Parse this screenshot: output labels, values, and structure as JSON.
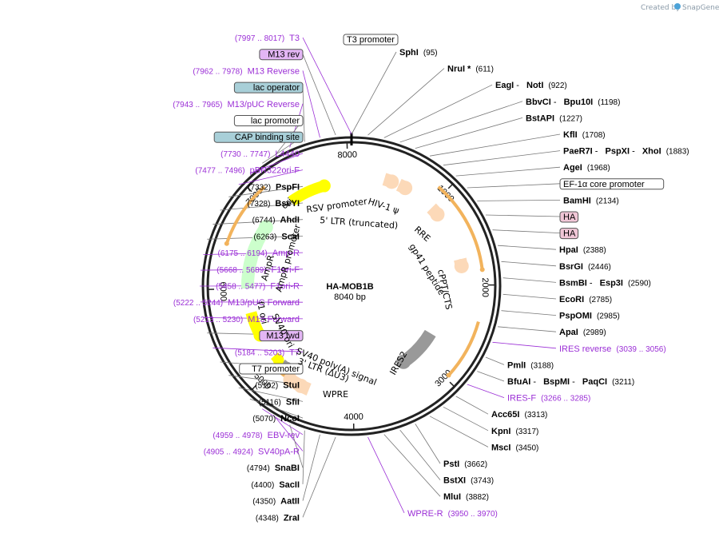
{
  "credit": {
    "text": "Created by",
    "brand": "SnapGene"
  },
  "plasmid": {
    "name": "HA-MOB1B",
    "length": 8040,
    "length_label": "8040 bp"
  },
  "ruler_ticks": [
    "1000",
    "2000",
    "3000",
    "4000",
    "5000",
    "6000",
    "7000",
    "8000"
  ],
  "right_labels": [
    {
      "id": "sphi",
      "parts": [
        {
          "t": "SphI",
          "k": "site"
        },
        {
          "t": "(95)",
          "k": "pos"
        }
      ]
    },
    {
      "id": "nrui",
      "parts": [
        {
          "t": "NruI *",
          "k": "site"
        },
        {
          "t": "(611)",
          "k": "pos"
        }
      ]
    },
    {
      "id": "eagi",
      "parts": [
        {
          "t": "EagI",
          "k": "site"
        },
        {
          "t": " - ",
          "k": "plain"
        },
        {
          "t": "NotI",
          "k": "site"
        },
        {
          "t": "(922)",
          "k": "pos"
        }
      ]
    },
    {
      "id": "bbvci",
      "parts": [
        {
          "t": "BbvCI",
          "k": "site"
        },
        {
          "t": " - ",
          "k": "plain"
        },
        {
          "t": "Bpu10I",
          "k": "site"
        },
        {
          "t": "(1198)",
          "k": "pos"
        }
      ]
    },
    {
      "id": "bstapi",
      "parts": [
        {
          "t": "BstAPI",
          "k": "site"
        },
        {
          "t": "(1227)",
          "k": "pos"
        }
      ]
    },
    {
      "id": "kfli",
      "parts": [
        {
          "t": "KflI",
          "k": "site"
        },
        {
          "t": "(1708)",
          "k": "pos"
        }
      ]
    },
    {
      "id": "paer7i",
      "parts": [
        {
          "t": "PaeR7I",
          "k": "site"
        },
        {
          "t": " - ",
          "k": "plain"
        },
        {
          "t": "PspXI",
          "k": "site"
        },
        {
          "t": " - ",
          "k": "plain"
        },
        {
          "t": "XhoI",
          "k": "site"
        },
        {
          "t": "(1883)",
          "k": "pos"
        }
      ]
    },
    {
      "id": "agei",
      "parts": [
        {
          "t": "AgeI",
          "k": "site"
        },
        {
          "t": "(1968)",
          "k": "pos"
        }
      ]
    },
    {
      "id": "ef1a",
      "parts": [
        {
          "t": "EF-1α core promoter",
          "k": "box-white"
        }
      ]
    },
    {
      "id": "bamhi",
      "parts": [
        {
          "t": "BamHI",
          "k": "site"
        },
        {
          "t": "(2134)",
          "k": "pos"
        }
      ]
    },
    {
      "id": "ha1",
      "parts": [
        {
          "t": "HA",
          "k": "box-pink"
        }
      ]
    },
    {
      "id": "ha2",
      "parts": [
        {
          "t": "HA",
          "k": "box-pink"
        }
      ]
    },
    {
      "id": "hpai",
      "parts": [
        {
          "t": "HpaI",
          "k": "site"
        },
        {
          "t": "(2388)",
          "k": "pos"
        }
      ]
    },
    {
      "id": "bsrgi",
      "parts": [
        {
          "t": "BsrGI",
          "k": "site"
        },
        {
          "t": "(2446)",
          "k": "pos"
        }
      ]
    },
    {
      "id": "bsmbi",
      "parts": [
        {
          "t": "BsmBI",
          "k": "site"
        },
        {
          "t": " - ",
          "k": "plain"
        },
        {
          "t": "Esp3I",
          "k": "site"
        },
        {
          "t": "(2590)",
          "k": "pos"
        }
      ]
    },
    {
      "id": "ecori",
      "parts": [
        {
          "t": "EcoRI",
          "k": "site"
        },
        {
          "t": "(2785)",
          "k": "pos"
        }
      ]
    },
    {
      "id": "pspomi",
      "parts": [
        {
          "t": "PspOMI",
          "k": "site"
        },
        {
          "t": "(2985)",
          "k": "pos"
        }
      ]
    },
    {
      "id": "apai",
      "parts": [
        {
          "t": "ApaI",
          "k": "site"
        },
        {
          "t": "(2989)",
          "k": "pos"
        }
      ]
    },
    {
      "id": "iresrev",
      "parts": [
        {
          "t": "IRES reverse",
          "k": "primer"
        },
        {
          "t": "(3039 .. 3056)",
          "k": "primerpos"
        }
      ]
    },
    {
      "id": "pmli",
      "parts": [
        {
          "t": "PmlI",
          "k": "site"
        },
        {
          "t": "(3188)",
          "k": "pos"
        }
      ]
    },
    {
      "id": "bfuai",
      "parts": [
        {
          "t": "BfuAI",
          "k": "site"
        },
        {
          "t": " - ",
          "k": "plain"
        },
        {
          "t": "BspMI",
          "k": "site"
        },
        {
          "t": " - ",
          "k": "plain"
        },
        {
          "t": "PaqCI",
          "k": "site"
        },
        {
          "t": "(3211)",
          "k": "pos"
        }
      ]
    },
    {
      "id": "iresf",
      "parts": [
        {
          "t": "IRES-F",
          "k": "primer"
        },
        {
          "t": "(3266 .. 3285)",
          "k": "primerpos"
        }
      ]
    },
    {
      "id": "acc65i",
      "parts": [
        {
          "t": "Acc65I",
          "k": "site"
        },
        {
          "t": "(3313)",
          "k": "pos"
        }
      ]
    },
    {
      "id": "kpni",
      "parts": [
        {
          "t": "KpnI",
          "k": "site"
        },
        {
          "t": "(3317)",
          "k": "pos"
        }
      ]
    },
    {
      "id": "msci",
      "parts": [
        {
          "t": "MscI",
          "k": "site"
        },
        {
          "t": "(3450)",
          "k": "pos"
        }
      ]
    },
    {
      "id": "psti",
      "parts": [
        {
          "t": "PstI",
          "k": "site"
        },
        {
          "t": "(3662)",
          "k": "pos"
        }
      ]
    },
    {
      "id": "bstxi",
      "parts": [
        {
          "t": "BstXI",
          "k": "site"
        },
        {
          "t": "(3743)",
          "k": "pos"
        }
      ]
    },
    {
      "id": "mlui",
      "parts": [
        {
          "t": "MluI",
          "k": "site"
        },
        {
          "t": "(3882)",
          "k": "pos"
        }
      ]
    },
    {
      "id": "wprer",
      "parts": [
        {
          "t": "WPRE-R",
          "k": "primer"
        },
        {
          "t": "(3950 .. 3970)",
          "k": "primerpos"
        }
      ]
    }
  ],
  "left_labels": [
    {
      "id": "t3",
      "parts": [
        {
          "t": "(7997 .. 8017)",
          "k": "primerpos"
        },
        {
          "t": "T3",
          "k": "primer"
        }
      ]
    },
    {
      "id": "m13rev",
      "parts": [
        {
          "t": "M13 rev",
          "k": "box-violet"
        }
      ]
    },
    {
      "id": "m13reverse",
      "parts": [
        {
          "t": "(7962 .. 7978)",
          "k": "primerpos"
        },
        {
          "t": "M13 Reverse",
          "k": "primer"
        }
      ]
    },
    {
      "id": "lacop",
      "parts": [
        {
          "t": "lac operator",
          "k": "box-teal"
        }
      ]
    },
    {
      "id": "m13pucrev",
      "parts": [
        {
          "t": "(7943 .. 7965)",
          "k": "primerpos"
        },
        {
          "t": "M13/pUC Reverse",
          "k": "primer"
        }
      ]
    },
    {
      "id": "lacprom",
      "parts": [
        {
          "t": "lac promoter",
          "k": "box-white"
        }
      ]
    },
    {
      "id": "cap",
      "parts": [
        {
          "t": "CAP binding site",
          "k": "box-teal"
        }
      ]
    },
    {
      "id": "l4440",
      "parts": [
        {
          "t": "(7730 .. 7747)",
          "k": "primerpos"
        },
        {
          "t": "L4440",
          "k": "primer"
        }
      ]
    },
    {
      "id": "pbr322",
      "parts": [
        {
          "t": "(7477 .. 7496)",
          "k": "primerpos"
        },
        {
          "t": "pBR322ori-F",
          "k": "primer"
        }
      ]
    },
    {
      "id": "pspfi",
      "parts": [
        {
          "t": "(7332)",
          "k": "pos"
        },
        {
          "t": "PspFI",
          "k": "site"
        }
      ]
    },
    {
      "id": "bseyi",
      "parts": [
        {
          "t": "(7328)",
          "k": "pos"
        },
        {
          "t": "BseYI",
          "k": "site"
        }
      ]
    },
    {
      "id": "ahdi",
      "parts": [
        {
          "t": "(6744)",
          "k": "pos"
        },
        {
          "t": "AhdI",
          "k": "site"
        }
      ]
    },
    {
      "id": "scai",
      "parts": [
        {
          "t": "(6263)",
          "k": "pos"
        },
        {
          "t": "ScaI",
          "k": "site"
        }
      ]
    },
    {
      "id": "ampr",
      "parts": [
        {
          "t": "(6175 .. 6194)",
          "k": "primerpos"
        },
        {
          "t": "Amp-R",
          "k": "primer"
        }
      ]
    },
    {
      "id": "f1orif",
      "parts": [
        {
          "t": "(5668 .. 5689)",
          "k": "primerpos"
        },
        {
          "t": "F1ori-F",
          "k": "primer"
        }
      ]
    },
    {
      "id": "f1orir",
      "parts": [
        {
          "t": "(5458 .. 5477)",
          "k": "primerpos"
        },
        {
          "t": "F1ori-R",
          "k": "primer"
        }
      ]
    },
    {
      "id": "m13pucfwd",
      "parts": [
        {
          "t": "(5222 .. 5244)",
          "k": "primerpos"
        },
        {
          "t": "M13/pUC Forward",
          "k": "primer"
        }
      ]
    },
    {
      "id": "m13forward",
      "parts": [
        {
          "t": "(5213 .. 5230)",
          "k": "primerpos"
        },
        {
          "t": "M13 Forward",
          "k": "primer"
        }
      ]
    },
    {
      "id": "m13fwd",
      "parts": [
        {
          "t": "M13 fwd",
          "k": "box-violet"
        }
      ]
    },
    {
      "id": "t7",
      "parts": [
        {
          "t": "(5184 .. 5203)",
          "k": "primerpos"
        },
        {
          "t": "T7",
          "k": "primer"
        }
      ]
    },
    {
      "id": "t7prom",
      "parts": [
        {
          "t": "T7 promoter",
          "k": "box-white"
        }
      ]
    },
    {
      "id": "stui",
      "parts": [
        {
          "t": "(5162)",
          "k": "pos"
        },
        {
          "t": "StuI",
          "k": "site"
        }
      ]
    },
    {
      "id": "sfii",
      "parts": [
        {
          "t": "(5116)",
          "k": "pos"
        },
        {
          "t": "SfiI",
          "k": "site"
        }
      ]
    },
    {
      "id": "ncoi",
      "parts": [
        {
          "t": "(5070)",
          "k": "pos"
        },
        {
          "t": "NcoI",
          "k": "site"
        }
      ]
    },
    {
      "id": "ebvrev",
      "parts": [
        {
          "t": "(4959 .. 4978)",
          "k": "primerpos"
        },
        {
          "t": "EBV-rev",
          "k": "primer"
        }
      ]
    },
    {
      "id": "sv40pa",
      "parts": [
        {
          "t": "(4905 .. 4924)",
          "k": "primerpos"
        },
        {
          "t": "SV40pA-R",
          "k": "primer"
        }
      ]
    },
    {
      "id": "snabi",
      "parts": [
        {
          "t": "(4794)",
          "k": "pos"
        },
        {
          "t": "SnaBI",
          "k": "site"
        }
      ]
    },
    {
      "id": "sacii",
      "parts": [
        {
          "t": "(4400)",
          "k": "pos"
        },
        {
          "t": "SacII",
          "k": "site"
        }
      ]
    },
    {
      "id": "aatii",
      "parts": [
        {
          "t": "(4350)",
          "k": "pos"
        },
        {
          "t": "AatII",
          "k": "site"
        }
      ]
    },
    {
      "id": "zrai",
      "parts": [
        {
          "t": "(4348)",
          "k": "pos"
        },
        {
          "t": "ZraI",
          "k": "site"
        }
      ]
    }
  ],
  "top_box": {
    "text": "T3 promoter"
  },
  "inner_labels": [
    {
      "id": "rsv",
      "text": "RSV promoter"
    },
    {
      "id": "ltr5",
      "text": "5' LTR (truncated)"
    },
    {
      "id": "hiv",
      "text": "HIV-1 ψ"
    },
    {
      "id": "rre",
      "text": "RRE"
    },
    {
      "id": "gp41",
      "text": "gp41 peptide"
    },
    {
      "id": "cppt",
      "text": "cPPT/CTS"
    },
    {
      "id": "ires2",
      "text": "IRES2"
    },
    {
      "id": "wpre",
      "text": "WPRE"
    },
    {
      "id": "ltr3",
      "text": "3' LTR (ΔU3)"
    },
    {
      "id": "sv40pa",
      "text": "SV40 poly(A) signal"
    },
    {
      "id": "sv40ori",
      "text": "SV40 ori"
    },
    {
      "id": "f1ori",
      "text": "f1 ori"
    },
    {
      "id": "ampr",
      "text": "AmpR"
    },
    {
      "id": "amprprom",
      "text": "AmpR promoter"
    },
    {
      "id": "ori",
      "text": "ori"
    }
  ],
  "colors": {
    "primer": "#9b2fd6",
    "orf_orange": "#f5a623",
    "ltr": "#fcd9b8",
    "ori_yellow": "#ffff00",
    "ampr_green": "#ccffcc",
    "ires_gray": "#999999",
    "box_teal": "#a8cfd8",
    "box_pink": "#f0c6d6",
    "box_violet": "#e3b6f5"
  }
}
